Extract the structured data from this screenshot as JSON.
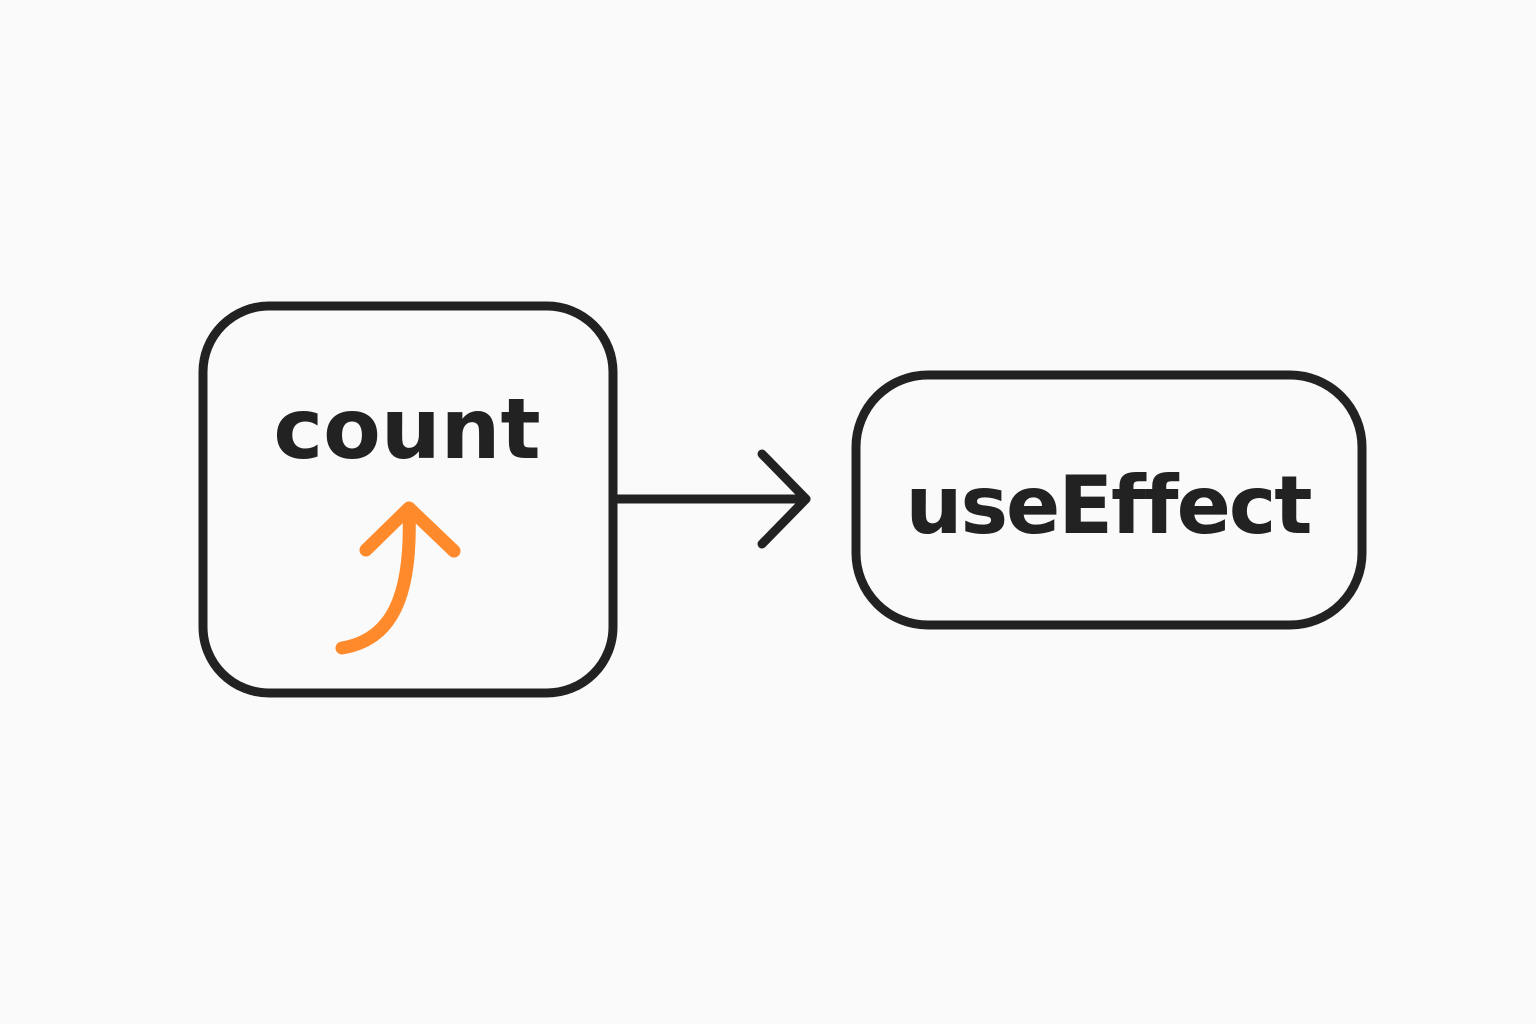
{
  "nodes": {
    "state": {
      "label": "count"
    },
    "effect": {
      "label": "useEffect"
    }
  },
  "edges": [
    {
      "from": "state",
      "to": "effect"
    }
  ],
  "colors": {
    "background": "#fafafa",
    "stroke": "#222222",
    "accent": "#ff8a2b"
  },
  "icons": {
    "increase": "curved-up-arrow-icon",
    "flow": "right-arrow-icon"
  }
}
